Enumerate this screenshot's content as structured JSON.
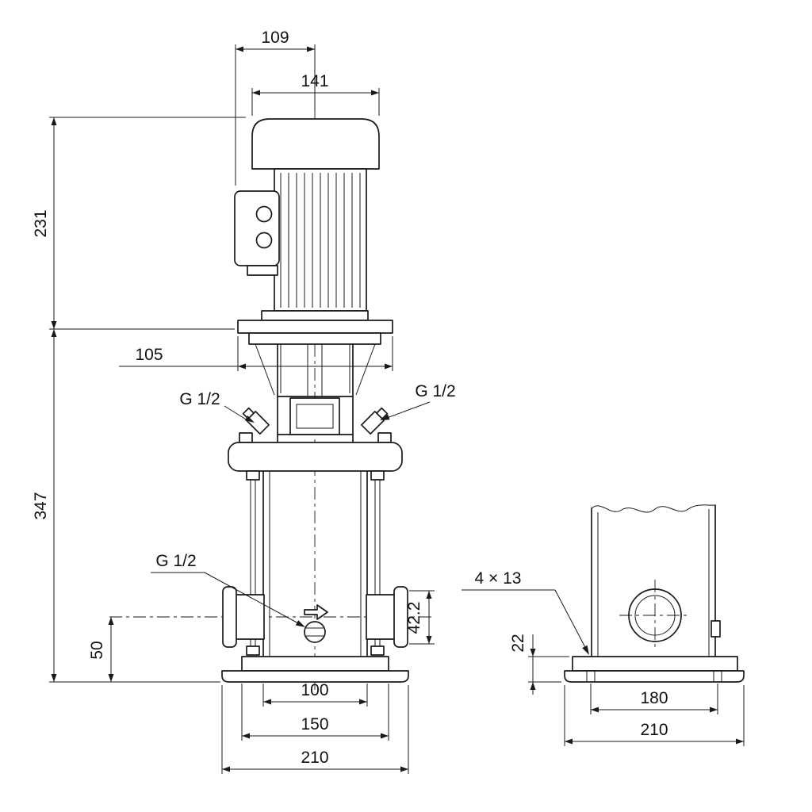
{
  "front_view": {
    "dim_top_box": "109",
    "dim_motor_width": "141",
    "dim_motor_height": "231",
    "dim_stool_width": "105",
    "dim_pump_height": "347",
    "label_plug_left": "G 1/2",
    "label_plug_right": "G 1/2",
    "label_drain": "G 1/2",
    "dim_port_height": "50",
    "dim_port_flange": "42.2",
    "dim_width_100": "100",
    "dim_width_150": "150",
    "dim_width_210": "210"
  },
  "side_view": {
    "label_bolt_holes": "4 × 13",
    "dim_base_height": "22",
    "dim_bolt_spacing": "180",
    "dim_base_width": "210"
  },
  "colors": {
    "line": "#1a1a1a",
    "background": "#ffffff"
  }
}
